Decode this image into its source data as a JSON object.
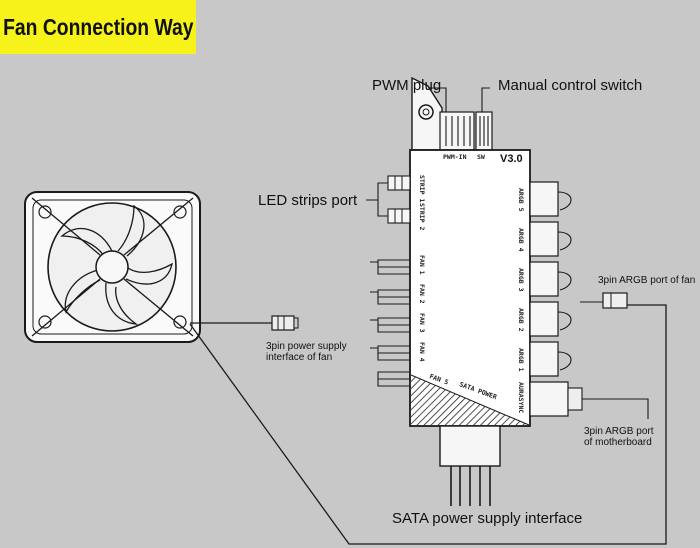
{
  "title": "Fan Connection Way",
  "labels": {
    "pwm_plug": "PWM plug",
    "manual_switch": "Manual control switch",
    "led_strips": "LED strips port",
    "fan_power_1": "3pin power supply",
    "fan_power_2": "interface of fan",
    "argb_fan": "3pin ARGB port of fan",
    "argb_mb_1": "3pin ARGB port",
    "argb_mb_2": "of motherboard",
    "sata": "SATA power supply interface"
  },
  "hub": {
    "version": "V3.0",
    "pwm_in": "PWM-IN",
    "sw": "SW",
    "strip1": "STRIP 1",
    "strip2": "STRIP 2",
    "fan1": "FAN 1",
    "fan2": "FAN 2",
    "fan3": "FAN 3",
    "fan4": "FAN 4",
    "fan5": "FAN 5",
    "sata_power": "SATA POWER",
    "argb5": "ARGB 5",
    "argb4": "ARGB 4",
    "argb3": "ARGB 3",
    "argb2": "ARGB 2",
    "argb1": "ARGB 1",
    "aurasync": "AURASYNC"
  }
}
